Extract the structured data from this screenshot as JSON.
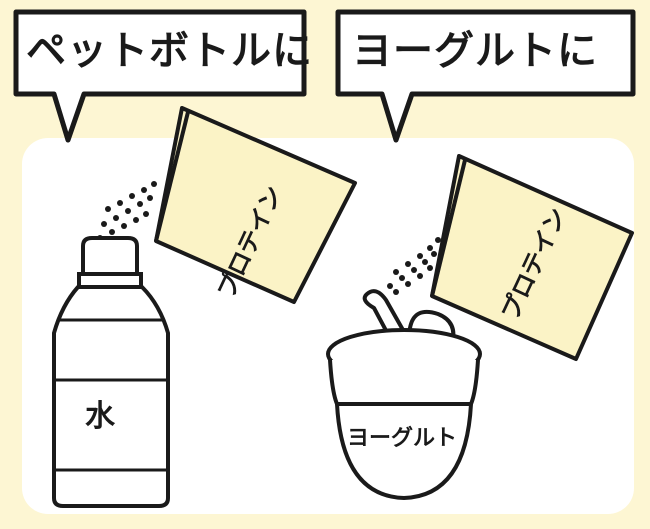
{
  "bubbles": {
    "left": "ペットボトルに",
    "right": "ヨーグルトに"
  },
  "labels": {
    "water": "水",
    "yogurt": "ヨーグルト",
    "protein_left": "プロテイン",
    "protein_right": "プロテイン"
  },
  "colors": {
    "background": "#fdf6d3",
    "panel": "#ffffff",
    "pack_fill": "#fbf3c6",
    "ink": "#1a1a1a"
  }
}
